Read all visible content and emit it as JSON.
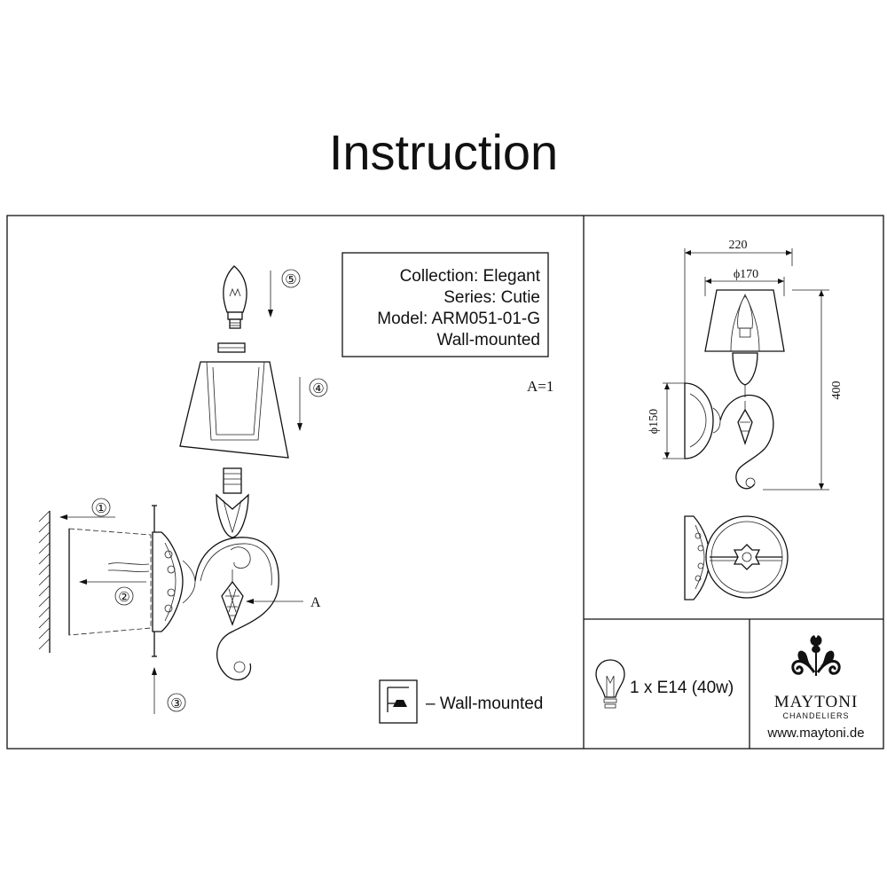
{
  "title": "Instruction",
  "info": {
    "collection": "Collection: Elegant",
    "series": "Series: Cutie",
    "model": "Model: ARM051-01-G",
    "mount": "Wall-mounted"
  },
  "scale": "A=1",
  "assembly_steps": [
    "①",
    "②",
    "③",
    "④",
    "⑤"
  ],
  "detail_label": "A",
  "legend": {
    "text": "– Wall-mounted",
    "icon": "wall-mount-icon"
  },
  "dimensions": {
    "width": "220",
    "shade_diameter": "ϕ170",
    "height": "400",
    "base_diameter": "ϕ150"
  },
  "bulb_spec": {
    "text": "1 x E14 (40w)",
    "icon": "light-bulb-icon"
  },
  "brand": {
    "name": "MAYTONI",
    "tagline": "CHANDELIERS",
    "website": "www.maytoni.de",
    "icon": "maytoni-logo"
  }
}
